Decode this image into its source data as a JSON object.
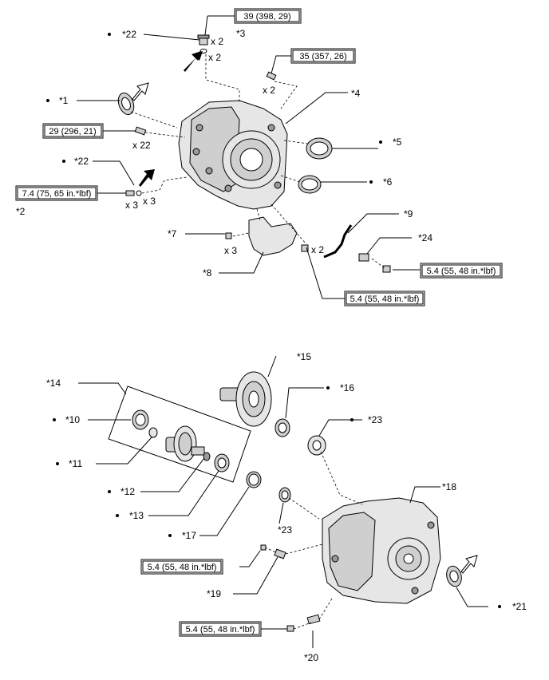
{
  "torque": {
    "t39": "39 (398, 29)",
    "t35": "35 (357, 26)",
    "t29": "29 (296, 21)",
    "t74": "7.4 (75, 65 in.*lbf)",
    "t54a": "5.4 (55, 48 in.*lbf)",
    "t54b": "5.4 (55, 48 in.*lbf)",
    "t54c": "5.4 (55, 48 in.*lbf)",
    "t54d": "5.4 (55, 48 in.*lbf)"
  },
  "callouts": {
    "c1": "*1",
    "c2": "*2",
    "c3": "*3",
    "c4": "*4",
    "c5": "*5",
    "c6": "*6",
    "c7": "*7",
    "c8": "*8",
    "c9": "*9",
    "c10": "*10",
    "c11": "*11",
    "c12": "*12",
    "c13": "*13",
    "c14": "*14",
    "c15": "*15",
    "c16": "*16",
    "c17": "*17",
    "c18": "*18",
    "c19": "*19",
    "c20": "*20",
    "c21": "*21",
    "c22a": "*22",
    "c22b": "*22",
    "c23a": "*23",
    "c23b": "*23",
    "c24": "*24"
  },
  "quantities": {
    "q3_top": "x 2",
    "q22_top": "x 2",
    "q35": "x 2",
    "q29": "x 22",
    "q22_left": "x 3",
    "q74": "x 3",
    "q7": "x 3",
    "q8bolt": "x 2"
  }
}
